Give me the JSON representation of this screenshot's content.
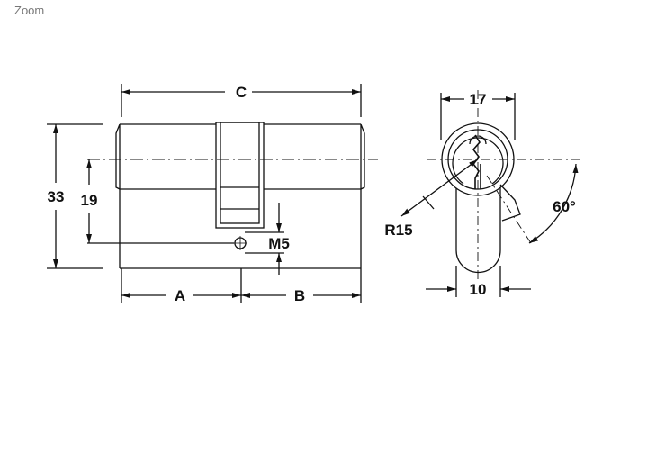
{
  "header": {
    "zoom_label": "Zoom"
  },
  "drawing": {
    "side_view": {
      "dim_c": "C",
      "dim_a": "A",
      "dim_b": "B",
      "dim_height": "33",
      "dim_center": "19",
      "dim_screw": "M5"
    },
    "front_view": {
      "dim_width": "17",
      "dim_stem": "10",
      "dim_radius": "R15",
      "dim_angle": "60°"
    }
  }
}
